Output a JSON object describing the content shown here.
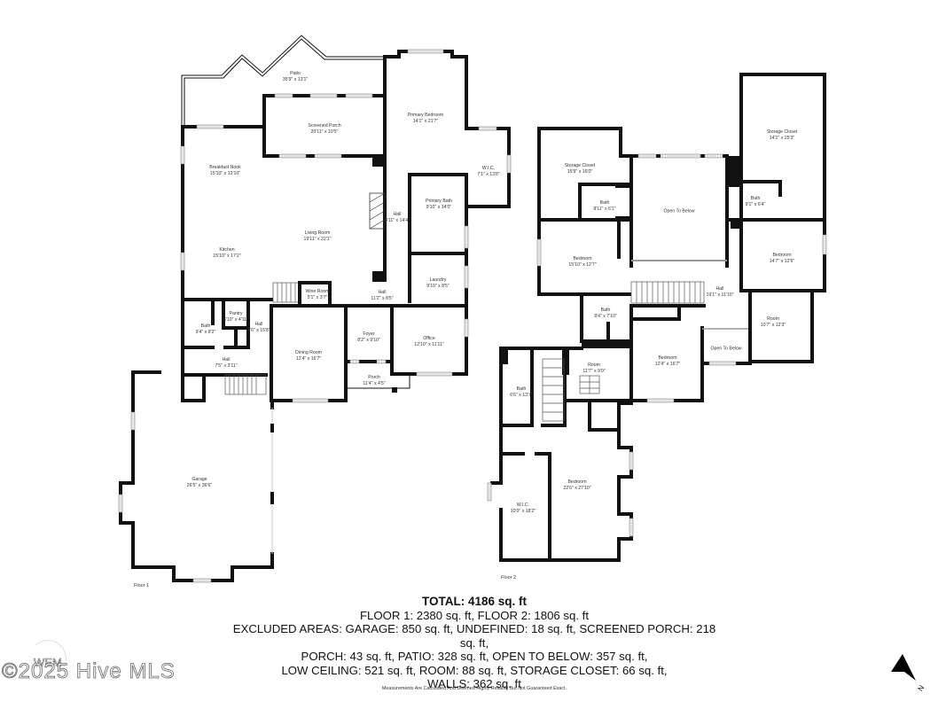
{
  "floors": [
    {
      "label": "Floor 1",
      "rooms": [
        {
          "name": "Patio",
          "dims": "35'9\" x 13'1\""
        },
        {
          "name": "Screened Porch",
          "dims": "20'11\" x 10'5\""
        },
        {
          "name": "Primary Bedroom",
          "dims": "14'1\" x 21'7\""
        },
        {
          "name": "W.I.C.",
          "dims": "7'1\" x 13'8\""
        },
        {
          "name": "Breakfast Nook",
          "dims": "15'10\" x 12'10\""
        },
        {
          "name": "Primary Bath",
          "dims": "9'10\" x 14'0\""
        },
        {
          "name": "Hall",
          "dims": "3'11\" x 14'4\""
        },
        {
          "name": "Living Room",
          "dims": "19'11\" x 22'1\""
        },
        {
          "name": "Kitchen",
          "dims": "15'10\" x 17'2\""
        },
        {
          "name": "Laundry",
          "dims": "9'10\" x 8'5\""
        },
        {
          "name": "Wine Room",
          "dims": "5'1\" x 3'7\""
        },
        {
          "name": "Hall",
          "dims": "11'2\" x 8'5\""
        },
        {
          "name": "Pantry",
          "dims": "3'10\" x 4'11\""
        },
        {
          "name": "Bath",
          "dims": "9'4\" x 8'2\""
        },
        {
          "name": "Hall",
          "dims": "4'6\" x 15'8\""
        },
        {
          "name": "Dining Room",
          "dims": "12'4\" x 16'7\""
        },
        {
          "name": "Foyer",
          "dims": "8'2\" x 9'10\""
        },
        {
          "name": "Office",
          "dims": "12'10\" x 11'11\""
        },
        {
          "name": "Hall",
          "dims": "7'5\" x 3'11\""
        },
        {
          "name": "Porch",
          "dims": "11'4\" x 4'5\""
        },
        {
          "name": "Garage",
          "dims": "26'5\" x 36'6\""
        }
      ]
    },
    {
      "label": "Floor 2",
      "rooms": [
        {
          "name": "Storage Closet",
          "dims": "14'1\" x 25'3\""
        },
        {
          "name": "Storage Closet",
          "dims": "15'9\" x 16'0\""
        },
        {
          "name": "Bath",
          "dims": "8'11\" x 6'1\""
        },
        {
          "name": "Open To Below",
          "dims": ""
        },
        {
          "name": "Bath",
          "dims": "9'1\" x 6'4\""
        },
        {
          "name": "Bedroom",
          "dims": "15'10\" x 12'7\""
        },
        {
          "name": "Bedroom",
          "dims": "14'7\" x 12'6\""
        },
        {
          "name": "Hall",
          "dims": "19'1\" x 11'10\""
        },
        {
          "name": "Bath",
          "dims": "8'4\" x 7'10\""
        },
        {
          "name": "Room",
          "dims": "10'7\" x 12'3\""
        },
        {
          "name": "Bedroom",
          "dims": "12'4\" x 16'7\""
        },
        {
          "name": "Open To Below",
          "dims": ""
        },
        {
          "name": "Room",
          "dims": "11'7\" x 9'0\""
        },
        {
          "name": "Bath",
          "dims": "6'6\" x 13'7\""
        },
        {
          "name": "Bedroom",
          "dims": "22'6\" x 27'10\""
        },
        {
          "name": "W.I.C.",
          "dims": "10'0\" x 18'2\""
        }
      ]
    }
  ],
  "summary": {
    "total": "TOTAL: 4186 sq. ft",
    "floors_line": "FLOOR 1: 2380 sq. ft, FLOOR 2: 1806 sq. ft",
    "excluded_line1": "EXCLUDED AREAS: GARAGE: 850 sq. ft, UNDEFINED: 18 sq. ft, SCREENED PORCH: 218 sq. ft,",
    "excluded_line2": "PORCH: 43 sq. ft, PATIO: 328 sq. ft, OPEN TO BELOW: 357 sq. ft,",
    "excluded_line3": "LOW CEILING: 521 sq. ft, ROOM: 88 sq. ft, STORAGE CLOSET: 66 sq. ft,",
    "excluded_line4": "WALLS: 362 sq. ft",
    "disclaimer": "Measurements Are Calculated And Deemed Highly Reliable But Not Guaranteed Exact."
  },
  "watermark": {
    "copyright": "©2025 Hive MLS",
    "logo_text": "WEM"
  },
  "compass": {
    "icon": "north-arrow-icon",
    "label": "N"
  }
}
